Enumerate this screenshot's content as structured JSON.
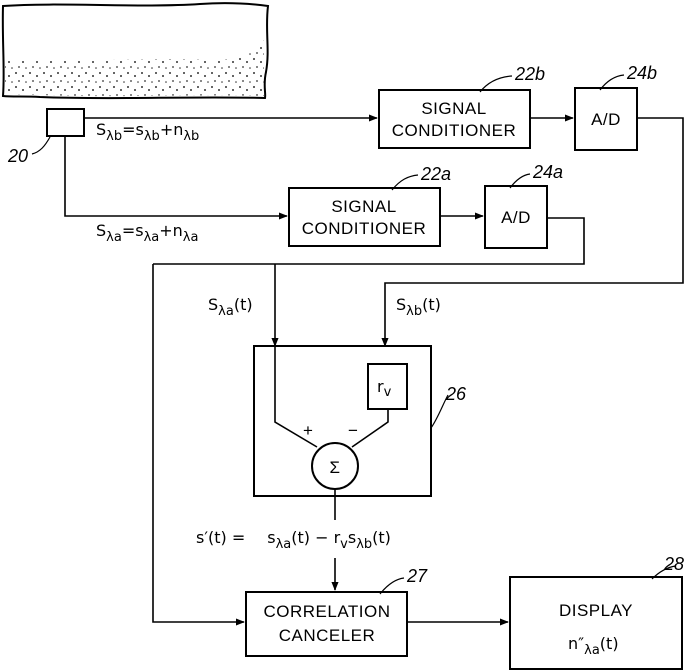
{
  "refs": {
    "sensor": "20",
    "cond_b": "22b",
    "ad_b": "24b",
    "cond_a": "22a",
    "ad_a": "24a",
    "summing_block": "26",
    "canceler": "27",
    "display": "28"
  },
  "blocks": {
    "cond_b_line1": "SIGNAL",
    "cond_b_line2": "CONDITIONER",
    "ad_b": "A/D",
    "cond_a_line1": "SIGNAL",
    "cond_a_line2": "CONDITIONER",
    "ad_a": "A/D",
    "rv_base": "r",
    "rv_sub": "v",
    "sigma": "Σ",
    "plus": "+",
    "minus": "−",
    "canceler_line1": "CORRELATION",
    "canceler_line2": "CANCELER",
    "display_line1": "DISPLAY"
  },
  "signals": {
    "S_lb_eq": {
      "S": "S",
      "S_sub": "λb",
      "eq": "=",
      "s": "s",
      "s_sub": "λb",
      "plus": "+",
      "n": "n",
      "n_sub": "λb"
    },
    "S_la_eq": {
      "S": "S",
      "S_sub": "λa",
      "eq": "=",
      "s": "s",
      "s_sub": "λa",
      "plus": "+",
      "n": "n",
      "n_sub": "λa"
    },
    "S_la_t": {
      "S": "S",
      "sub": "λa",
      "arg": "(t)"
    },
    "S_lb_t": {
      "S": "S",
      "sub": "λb",
      "arg": "(t)"
    },
    "s_prime": {
      "lhs": "s′(t) =",
      "s1": "s",
      "s1_sub": "λa",
      "s1_arg": "(t)",
      "minus": " − ",
      "r": "r",
      "r_sub": "v",
      "s2": "s",
      "s2_sub": "λb",
      "s2_arg": "(t)"
    },
    "display_out": {
      "n": "n″",
      "sub": "λa",
      "arg": "(t)"
    }
  }
}
